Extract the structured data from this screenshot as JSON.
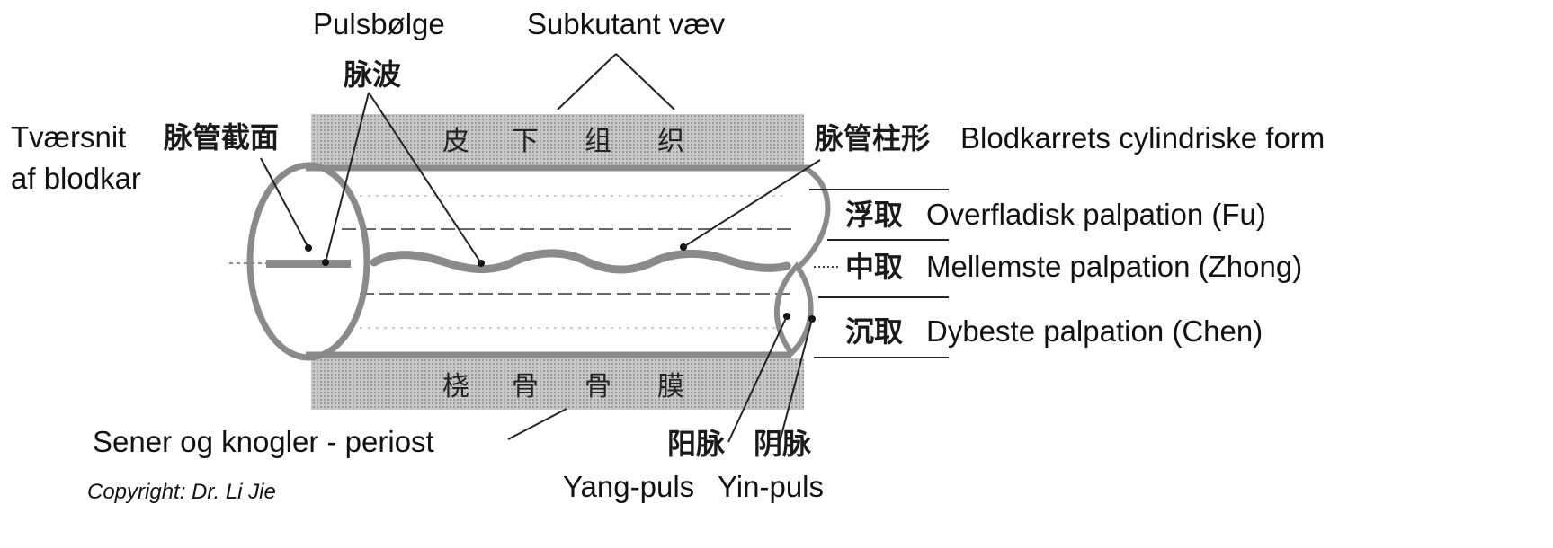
{
  "labels": {
    "pulse_wave_da": "Pulsbølge",
    "pulse_wave_cn": "脉波",
    "subcutaneous_da": "Subkutant væv",
    "cross_section_da_1": "Tværsnit",
    "cross_section_cn": "脉管截面",
    "cross_section_da_2": "af blodkar",
    "subcutaneous_band_cn": [
      "皮",
      "下",
      "组",
      "织"
    ],
    "cylinder_cn": "脉管柱形",
    "cylinder_da": "Blodkarrets cylindriske form",
    "fu_cn": "浮取",
    "fu_da": "Overfladisk palpation (Fu)",
    "zhong_cn": "中取",
    "zhong_da": "Mellemste palpation (Zhong)",
    "chen_cn": "沉取",
    "chen_da": "Dybeste palpation (Chen)",
    "periost_band_cn": [
      "桡",
      "骨",
      "骨",
      "膜"
    ],
    "periost_da": "Sener og knogler - periost",
    "yang_cn": "阳脉",
    "yang_da": "Yang-puls",
    "yin_cn": "阴脉",
    "yin_da": "Yin-puls",
    "copyright": "Copyright: Dr. Li Jie"
  },
  "colors": {
    "band": "#b9b9b9",
    "vessel": "#8a8a8a",
    "line": "#222222"
  }
}
